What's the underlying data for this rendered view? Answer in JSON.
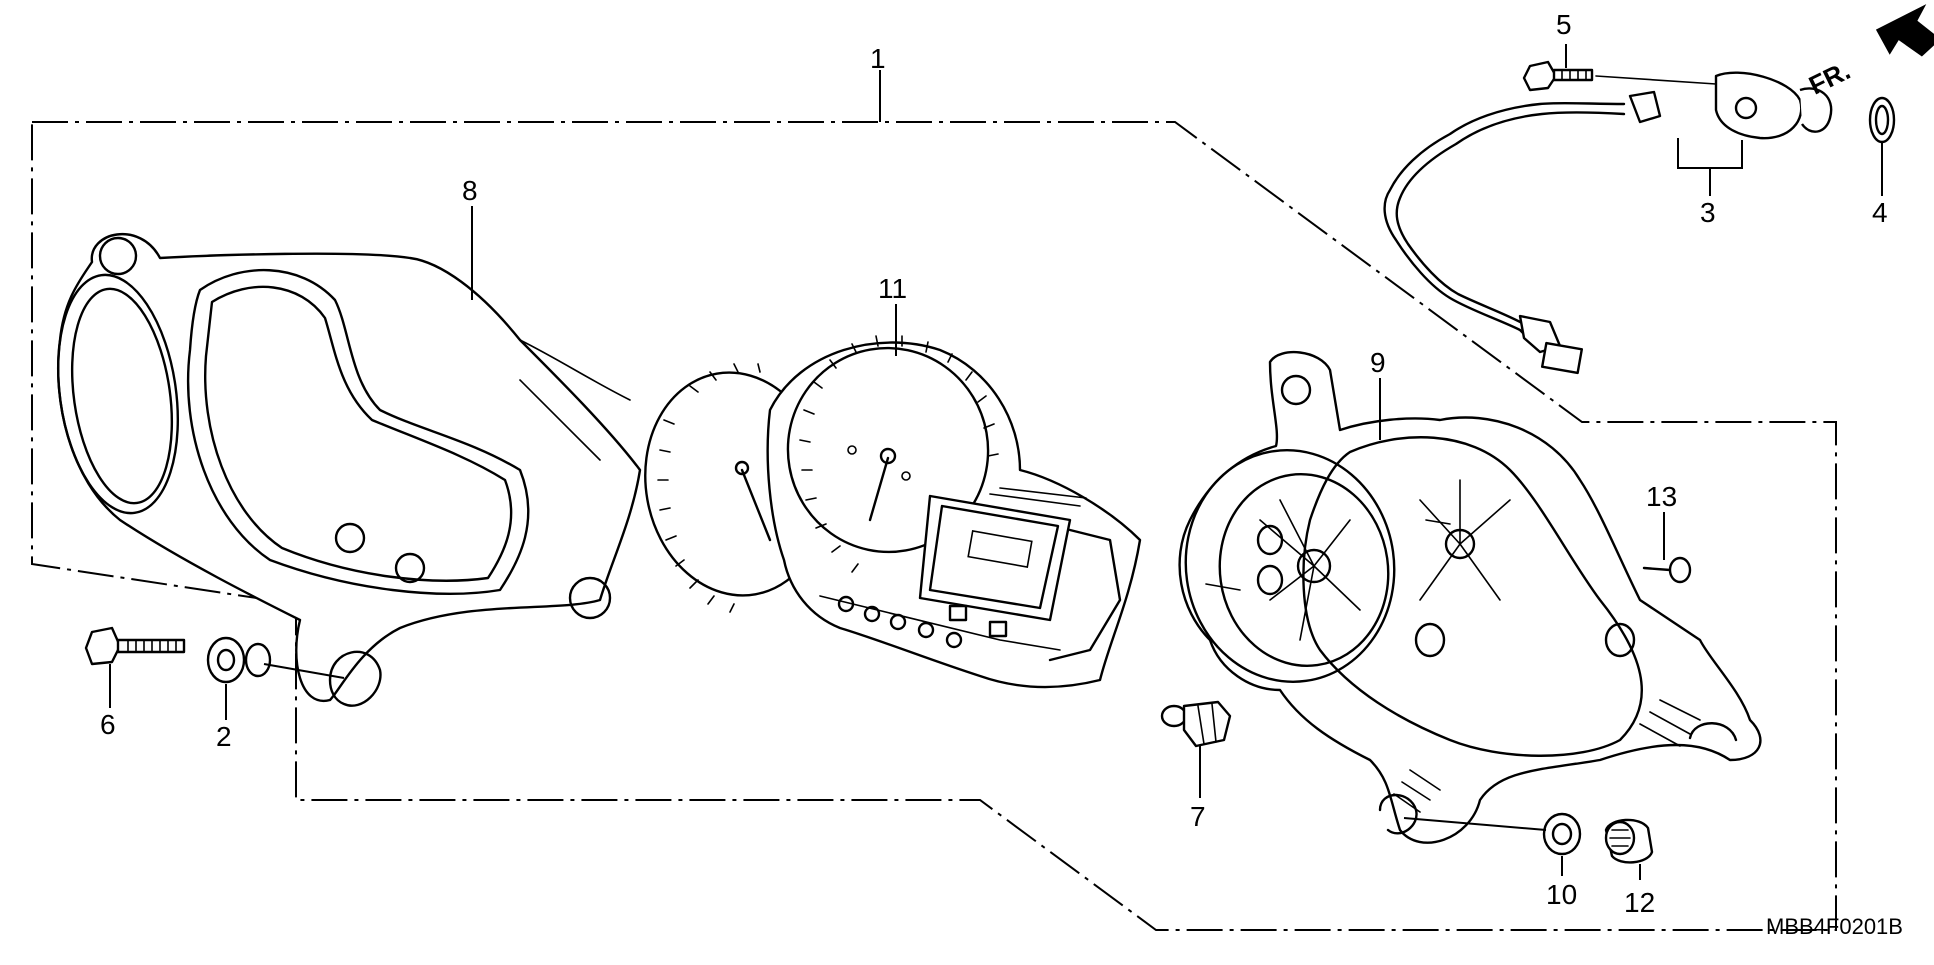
{
  "diagram": {
    "drawing_code": "MBB4F0201B",
    "front_indicator": "FR.",
    "callouts": [
      {
        "id": "callout-1",
        "label": "1"
      },
      {
        "id": "callout-2",
        "label": "2"
      },
      {
        "id": "callout-3",
        "label": "3"
      },
      {
        "id": "callout-4",
        "label": "4"
      },
      {
        "id": "callout-5",
        "label": "5"
      },
      {
        "id": "callout-6",
        "label": "6"
      },
      {
        "id": "callout-7",
        "label": "7"
      },
      {
        "id": "callout-8",
        "label": "8"
      },
      {
        "id": "callout-9",
        "label": "9"
      },
      {
        "id": "callout-10",
        "label": "10"
      },
      {
        "id": "callout-11",
        "label": "11"
      },
      {
        "id": "callout-12",
        "label": "12"
      },
      {
        "id": "callout-13",
        "label": "13"
      }
    ]
  }
}
